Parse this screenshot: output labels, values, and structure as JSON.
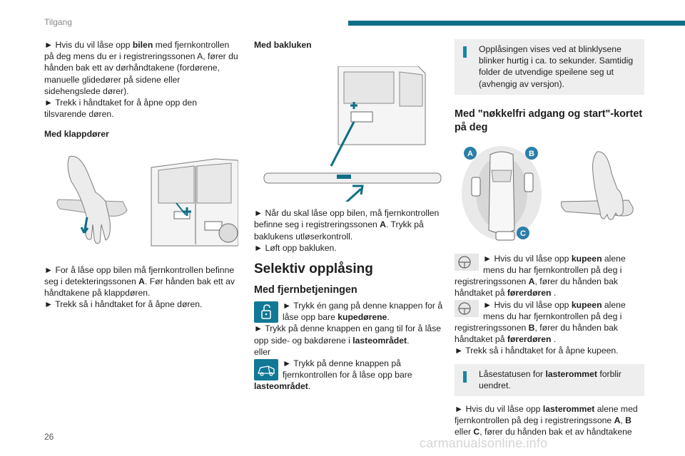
{
  "header": {
    "title": "Tilgang"
  },
  "page_number": "26",
  "watermark": "carmanualsonline.info",
  "col1": {
    "p1_a": "► Hvis du vil låse opp ",
    "p1_b": "bilen",
    "p1_c": " med fjernkontrollen på deg mens du er i registreringssonen A, fører du hånden bak ett av dørhåndtakene (fordørene, manuelle glidedører på sidene eller sidehengslede dører).",
    "p2": "► Trekk i håndtaket for å åpne opp den tilsvarende døren.",
    "sub_heading": "Med klappdører",
    "p3_a": "► For å låse opp bilen må fjernkontrollen befinne seg i detekteringssonen ",
    "p3_b": "A",
    "p3_c": ". Før hånden bak ett av håndtakene på klappdøren.",
    "p4": "► Trekk så i håndtaket for å åpne døren."
  },
  "col2": {
    "sub_heading": "Med bakluken",
    "p1_a": "► Når du skal låse opp bilen, må fjernkontrollen befinne seg i registreringssonen ",
    "p1_b": "A",
    "p1_c": ". Trykk på baklukens utløserkontroll.",
    "p2": "► Løft opp bakluken.",
    "section_heading": "Selektiv opplåsing",
    "h2": "Med fjernbetjeningen",
    "p3_a": "► Trykk én gang på denne knappen for å låse opp bare ",
    "p3_b": "kupedørene",
    "p3_c": ".",
    "p4_a": "► Trykk på denne knappen en gang til for å låse opp side- og bakdørene i ",
    "p4_b": "lasteområdet",
    "p4_c": ".",
    "or": "eller",
    "p5_a": "► Trykk på denne knappen på fjernkontrollen for å låse opp bare ",
    "p5_b": "lasteområdet",
    "p5_c": "."
  },
  "col3": {
    "info1": "Opplåsingen vises ved at blinklysene blinker hurtig i ca. to sekunder. Samtidig folder de utvendige speilene seg ut (avhengig av versjon).",
    "h2": "Med \"nøkkelfri adgang og start\"-kortet på deg",
    "zones": [
      "A",
      "B",
      "C"
    ],
    "p1_a": "► Hvis du vil låse opp ",
    "p1_b": "kupeen",
    "p1_c": " alene mens du har fjernkontrollen på deg i registreringssonen ",
    "p1_d": "A",
    "p1_e": ", fører du hånden bak håndtaket på ",
    "p1_f": "førerdøren",
    "p1_g": " .",
    "p2_a": "► Hvis du vil låse opp ",
    "p2_b": "kupeen",
    "p2_c": " alene mens du har fjernkontrollen på deg i registreringssonen ",
    "p2_d": "B",
    "p2_e": ", fører du hånden bak håndtaket på ",
    "p2_f": "førerdøren",
    "p2_g": " .",
    "p3": "► Trekk så i håndtaket for å åpne kupeen.",
    "info2_a": "Låsestatusen for ",
    "info2_b": "lasterommet",
    "info2_c": " forblir uendret.",
    "p4_a": "► Hvis du vil låse opp ",
    "p4_b": "lasterommet",
    "p4_c": " alene med fjernkontrollen på deg i registreringssone ",
    "p4_d": "A",
    "p4_e": ", ",
    "p4_f": "B",
    "p4_g": " eller ",
    "p4_h": "C",
    "p4_i": ", fører du hånden bak et av håndtakene"
  },
  "colors": {
    "accent": "#0f6f86",
    "button_icon": "#117896",
    "info_bg": "#eeeeee",
    "zone_marker": "#2b7fa8"
  }
}
